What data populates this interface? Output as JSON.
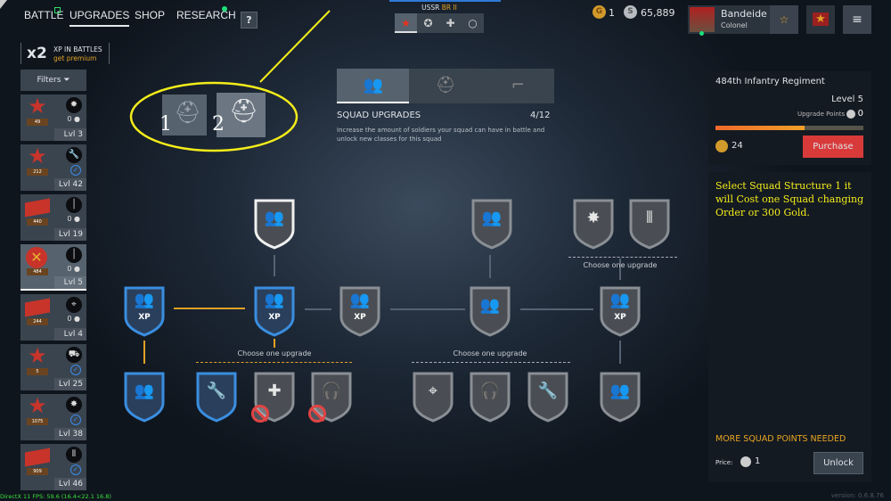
{
  "nav": {
    "battle": "BATTLE",
    "upgrades": "UPGRADES",
    "shop": "SHOP",
    "research": "RESEARCH",
    "help": "?"
  },
  "premium": {
    "multiplier": "x2",
    "line1": "XP IN BATTLES",
    "line2": "get premium"
  },
  "filters": "Filters",
  "squads": [
    {
      "number": "49",
      "icon": "explosion-icon",
      "points": "0",
      "level": "Lvl 3",
      "type": "star"
    },
    {
      "number": "212",
      "icon": "wrench-icon",
      "checked": true,
      "level": "Lvl 42",
      "type": "star"
    },
    {
      "number": "440",
      "icon": "bullet-icon",
      "points": "0",
      "level": "Lvl 19",
      "type": "flag"
    },
    {
      "number": "484",
      "icon": "bullet-icon",
      "points": "0",
      "level": "Lvl 5",
      "type": "circle",
      "selected": true
    },
    {
      "number": "244",
      "icon": "crosshair-icon",
      "points": "0",
      "level": "Lvl 4",
      "type": "flag"
    },
    {
      "number": "5",
      "icon": "vehicle-icon",
      "checked": true,
      "level": "Lvl 25",
      "type": "star"
    },
    {
      "number": "1075",
      "icon": "explosion-icon",
      "checked": true,
      "level": "Lvl 38",
      "type": "star"
    },
    {
      "number": "909",
      "icon": "ammo-icon",
      "checked": true,
      "level": "Lvl 46",
      "type": "flag"
    }
  ],
  "nation": {
    "name": "USSR",
    "br": "BR II",
    "tabs": [
      "★",
      "✪",
      "✚",
      "○"
    ]
  },
  "currency": {
    "gold": "1",
    "silver": "65,889"
  },
  "profile": {
    "name": "Bandeide",
    "rank": "Colonel"
  },
  "annotation": {
    "label1": "1",
    "label2": "2",
    "color": "#f2ec1a"
  },
  "upgrades": {
    "title": "SQUAD UPGRADES",
    "count": "4/12",
    "description": "Increase the amount of soldiers your squad can have in battle and unlock new classes for this squad"
  },
  "tree": {
    "choose": "Choose one upgrade"
  },
  "regiment": {
    "name": "484th Infantry Regiment",
    "level": "Level 5",
    "points_label": "Upgrade Points",
    "points": "0",
    "progress": 0.6,
    "gold_price": "24",
    "purchase": "Purchase"
  },
  "note": "Select Squad Structure 1 it will Cost one Squad changing Order or 300 Gold.",
  "unlock": {
    "warning": "MORE SQUAD POINTS NEEDED",
    "price_label": "Price:",
    "price": "1",
    "button": "Unlock"
  },
  "footer": {
    "fps": "DirectX 11 FPS: 59.6 (16.4<22.1 16.8)",
    "version": "version: 0.6.8.76"
  }
}
